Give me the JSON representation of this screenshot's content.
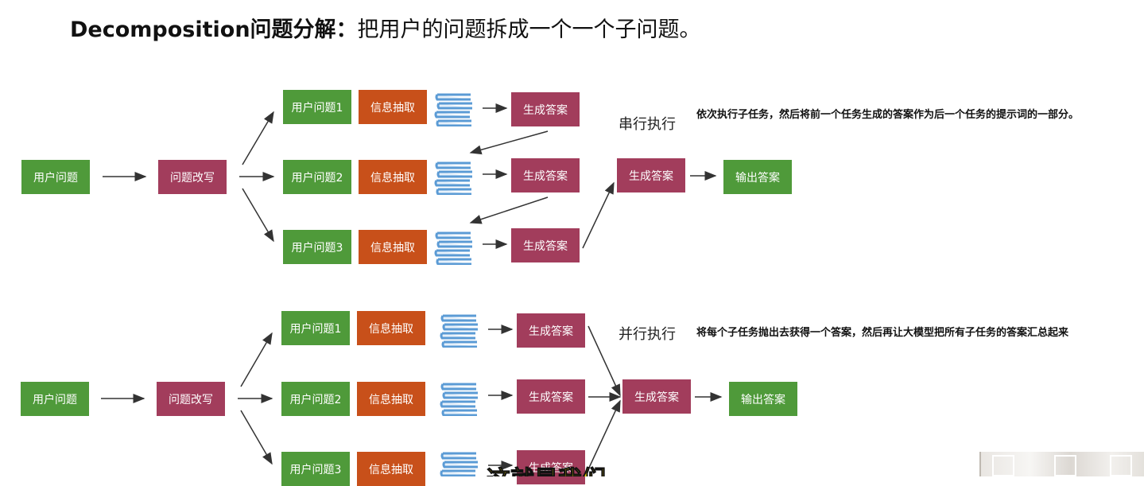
{
  "title": {
    "bold": "Decomposition问题分解：",
    "rest": "把用户的问题拆成一个一个子问题。"
  },
  "diagram_top": {
    "user_question": "用户问题",
    "rewrite": "问题改写",
    "sub_questions": [
      "用户问题1",
      "用户问题2",
      "用户问题3"
    ],
    "extract": "信息抽取",
    "generate": "生成答案",
    "merge": "生成答案",
    "output": "输出答案",
    "mode_label": "串行执行",
    "mode_desc": "依次执行子任务，然后将前一个任务生成的答案作为后一个任务的提示词的一部分。"
  },
  "diagram_bottom": {
    "user_question": "用户问题",
    "rewrite": "问题改写",
    "sub_questions": [
      "用户问题1",
      "用户问题2",
      "用户问题3"
    ],
    "extract": "信息抽取",
    "generate": "生成答案",
    "merge": "生成答案",
    "output": "输出答案",
    "mode_label": "并行执行",
    "mode_desc": "将每个子任务抛出去获得一个答案，然后再让大模型把所有子任务的答案汇总起来"
  },
  "subtitle_overlay": "这就是我们",
  "colors": {
    "green": "#4f9a3a",
    "maroon": "#a23d5c",
    "orange": "#c8501a",
    "book_blue": "#5b9bd5"
  },
  "icons": [
    "book-stack-icon"
  ]
}
